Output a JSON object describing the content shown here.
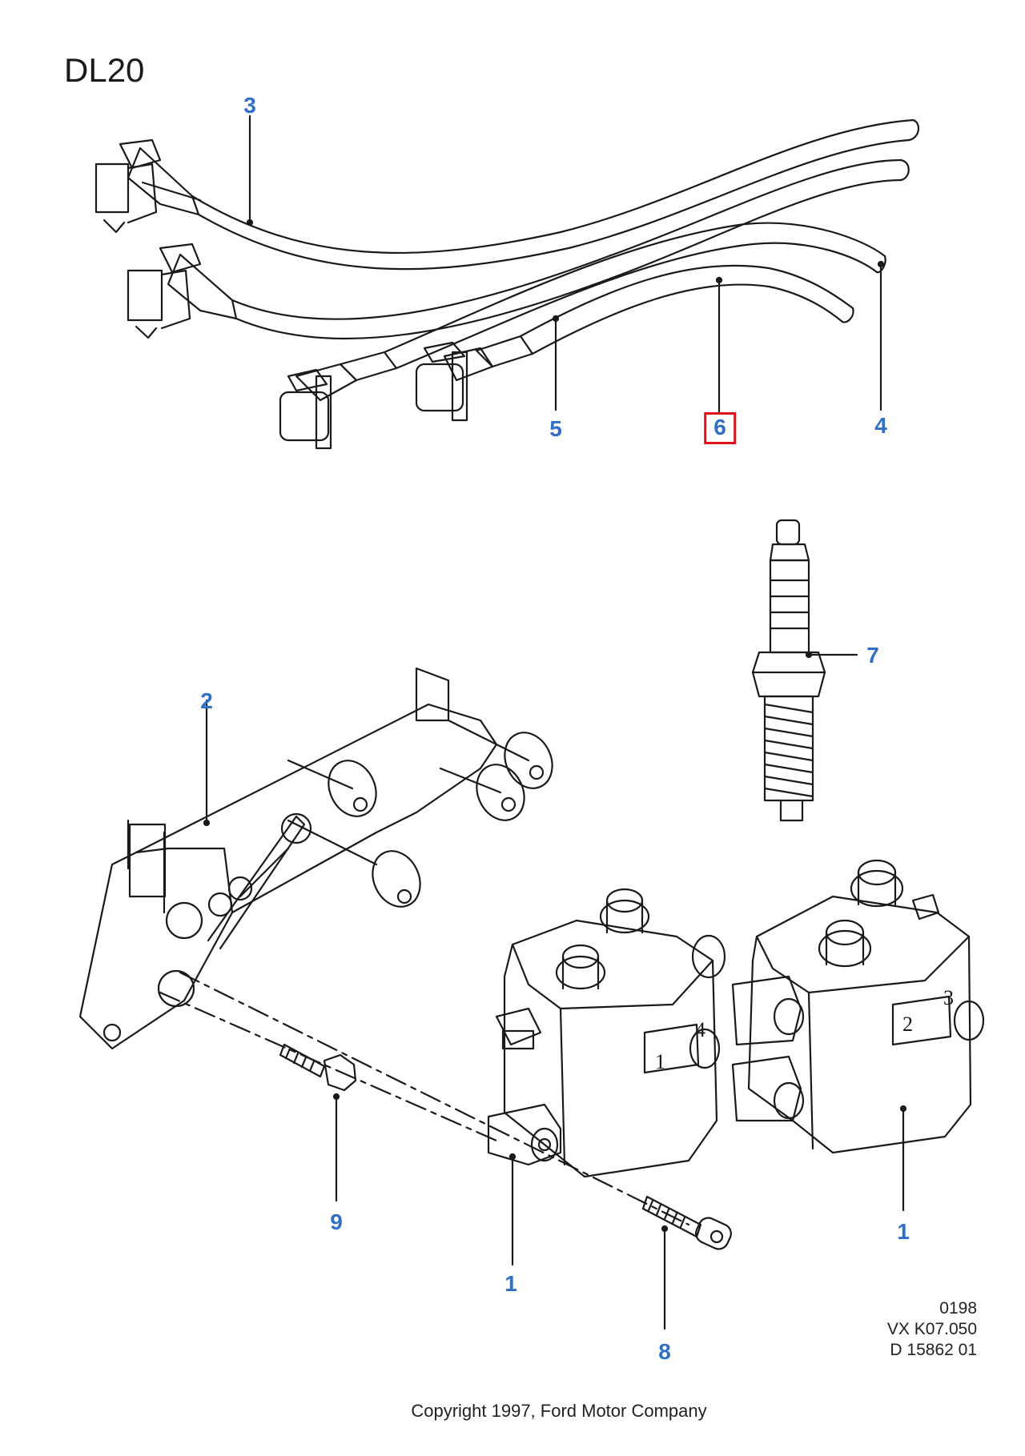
{
  "title": "DL20",
  "callouts": [
    {
      "id": "c3",
      "label": "3"
    },
    {
      "id": "c5",
      "label": "5"
    },
    {
      "id": "c6",
      "label": "6",
      "highlighted": true
    },
    {
      "id": "c4",
      "label": "4"
    },
    {
      "id": "c7",
      "label": "7"
    },
    {
      "id": "c2",
      "label": "2"
    },
    {
      "id": "c9",
      "label": "9"
    },
    {
      "id": "c1a",
      "label": "1"
    },
    {
      "id": "c1b",
      "label": "1"
    },
    {
      "id": "c8",
      "label": "8"
    }
  ],
  "reference": {
    "line1": "0198",
    "line2": "VX K07.050",
    "line3": "D 15862 01"
  },
  "copyright": "Copyright 1997, Ford Motor Company",
  "colors": {
    "callout": "#2f6fc6",
    "highlight_box": "#e0101a",
    "line_art": "#1a1a1a"
  },
  "coil_markings": {
    "left": [
      "1",
      "4"
    ],
    "right": [
      "2",
      "3"
    ]
  }
}
